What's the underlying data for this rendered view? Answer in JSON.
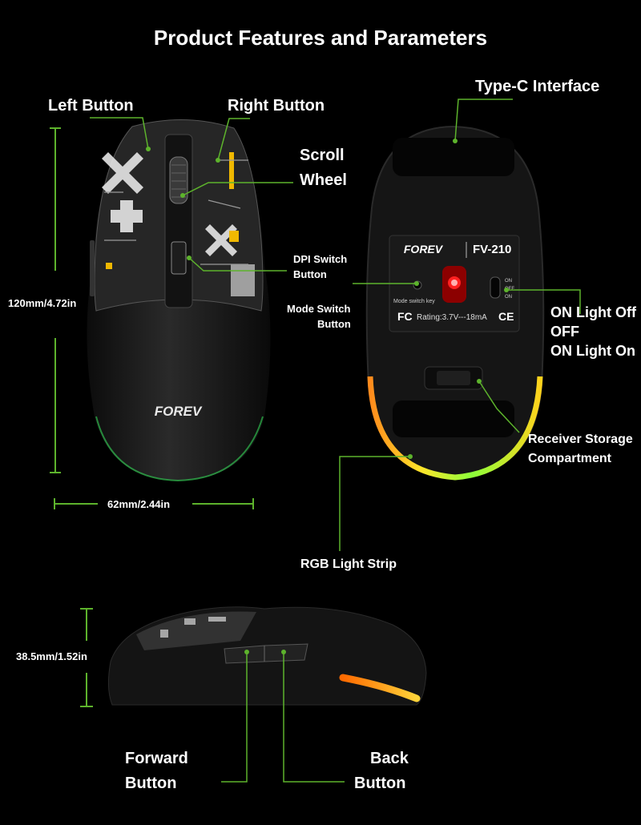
{
  "title": "Product Features and Parameters",
  "labels": {
    "left_button": "Left Button",
    "right_button": "Right Button",
    "scroll_wheel_line1": "Scroll",
    "scroll_wheel_line2": "Wheel",
    "dpi_switch_line1": "DPI Switch",
    "dpi_switch_line2": "Button",
    "type_c": "Type-C Interface",
    "mode_switch_line1": "Mode Switch",
    "mode_switch_line2": "Button",
    "light_mode_1": "ON Light Off",
    "light_mode_2": "OFF",
    "light_mode_3": "ON Light On",
    "receiver_line1": "Receiver Storage",
    "receiver_line2": "Compartment",
    "rgb_strip": "RGB Light Strip",
    "forward_line1": "Forward",
    "forward_line2": "Button",
    "back_line1": "Back",
    "back_line2": "Button"
  },
  "dimensions": {
    "length": "120mm/4.72in",
    "width": "62mm/2.44in",
    "height": "38.5mm/1.52in"
  },
  "bottom_panel": {
    "brand": "FOREV",
    "model": "FV-210",
    "mode_key": "Mode switch key",
    "switch_on": "ON",
    "switch_off": "OFF",
    "rating": "Rating:3.7V---18mA",
    "fc_mark": "FC",
    "ce_mark": "CE"
  },
  "top_brand": "FOREV",
  "colors": {
    "leader_line": "#5db32c",
    "background": "#000000",
    "text": "#ffffff",
    "mouse_body": "#161616"
  }
}
